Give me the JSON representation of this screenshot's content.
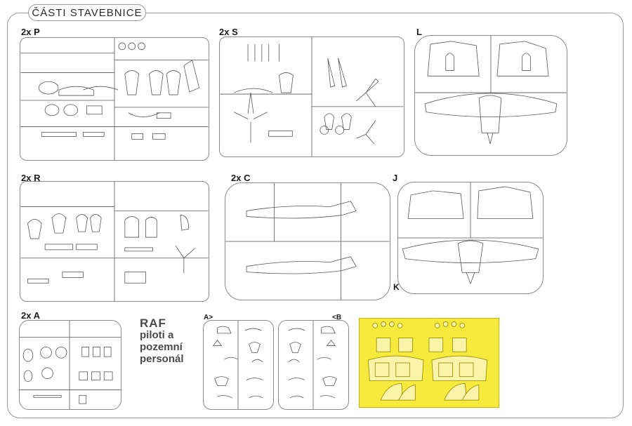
{
  "header": {
    "title": "ČÁSTI STAVEBNICE"
  },
  "sprues": {
    "p": {
      "label": "2x P"
    },
    "s": {
      "label": "2x S"
    },
    "l": {
      "label": "L"
    },
    "r": {
      "label": "2x R"
    },
    "c": {
      "label": "2x C"
    },
    "j": {
      "label": "J",
      "label2": "K"
    },
    "a": {
      "label": "2x A"
    }
  },
  "crew_note": {
    "line1": "RAF",
    "line2": "piloti a",
    "line3": "pozemní",
    "line4": "personál"
  },
  "figure_sprues": {
    "a_label": "A>",
    "b_label": "<B"
  },
  "colors": {
    "mask": "#f6ea3c",
    "frame": "#9a9a9a"
  }
}
